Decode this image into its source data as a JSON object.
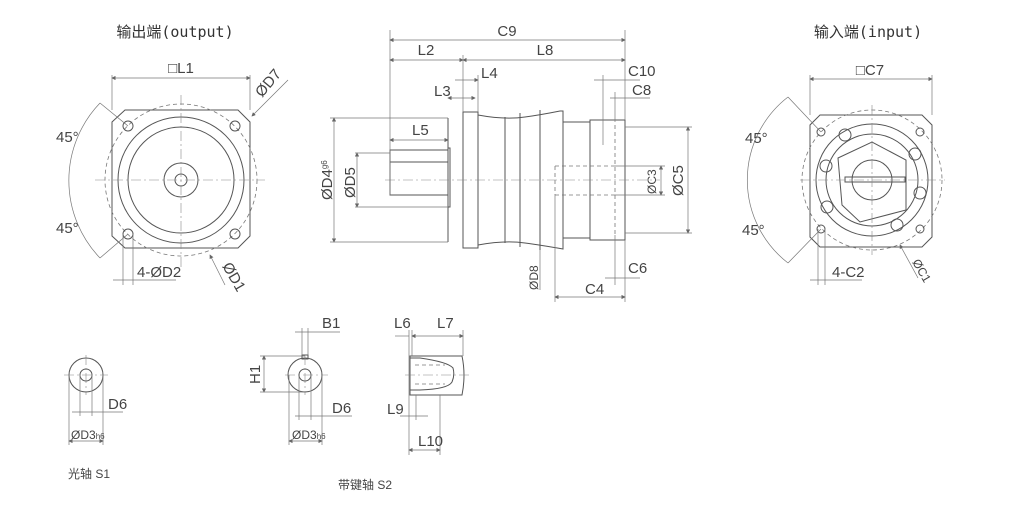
{
  "titles": {
    "output": "输出端(output)",
    "input": "输入端(input)"
  },
  "output_view": {
    "L1": "□L1",
    "D7": "ØD7",
    "angle_top": "45°",
    "angle_bottom": "45°",
    "D2": "4-ØD2",
    "D1": "ØD1"
  },
  "side_view": {
    "C9": "C9",
    "L2": "L2",
    "L8": "L8",
    "L4": "L4",
    "L3": "L3",
    "C10": "C10",
    "C8": "C8",
    "L5": "L5",
    "D4": "ØD4",
    "D4_tol": "g6",
    "D5": "ØD5",
    "C3": "ØC3",
    "C5": "ØC5",
    "D8": "ØD8",
    "C6": "C6",
    "C4": "C4"
  },
  "input_view": {
    "C7": "□C7",
    "angle_top": "45°",
    "angle_bottom": "45°",
    "C2": "4-C2",
    "C1": "ØC1"
  },
  "shaft_s1": {
    "D6": "D6",
    "D3": "ØD3",
    "D3_tol": "h6",
    "caption": "光轴 S1"
  },
  "shaft_s2": {
    "B1": "B1",
    "H1": "H1",
    "D6": "D6",
    "D3": "ØD3",
    "D3_tol": "h6",
    "L6": "L6",
    "L7": "L7",
    "L9": "L9",
    "L10": "L10",
    "caption": "带键轴 S2"
  }
}
